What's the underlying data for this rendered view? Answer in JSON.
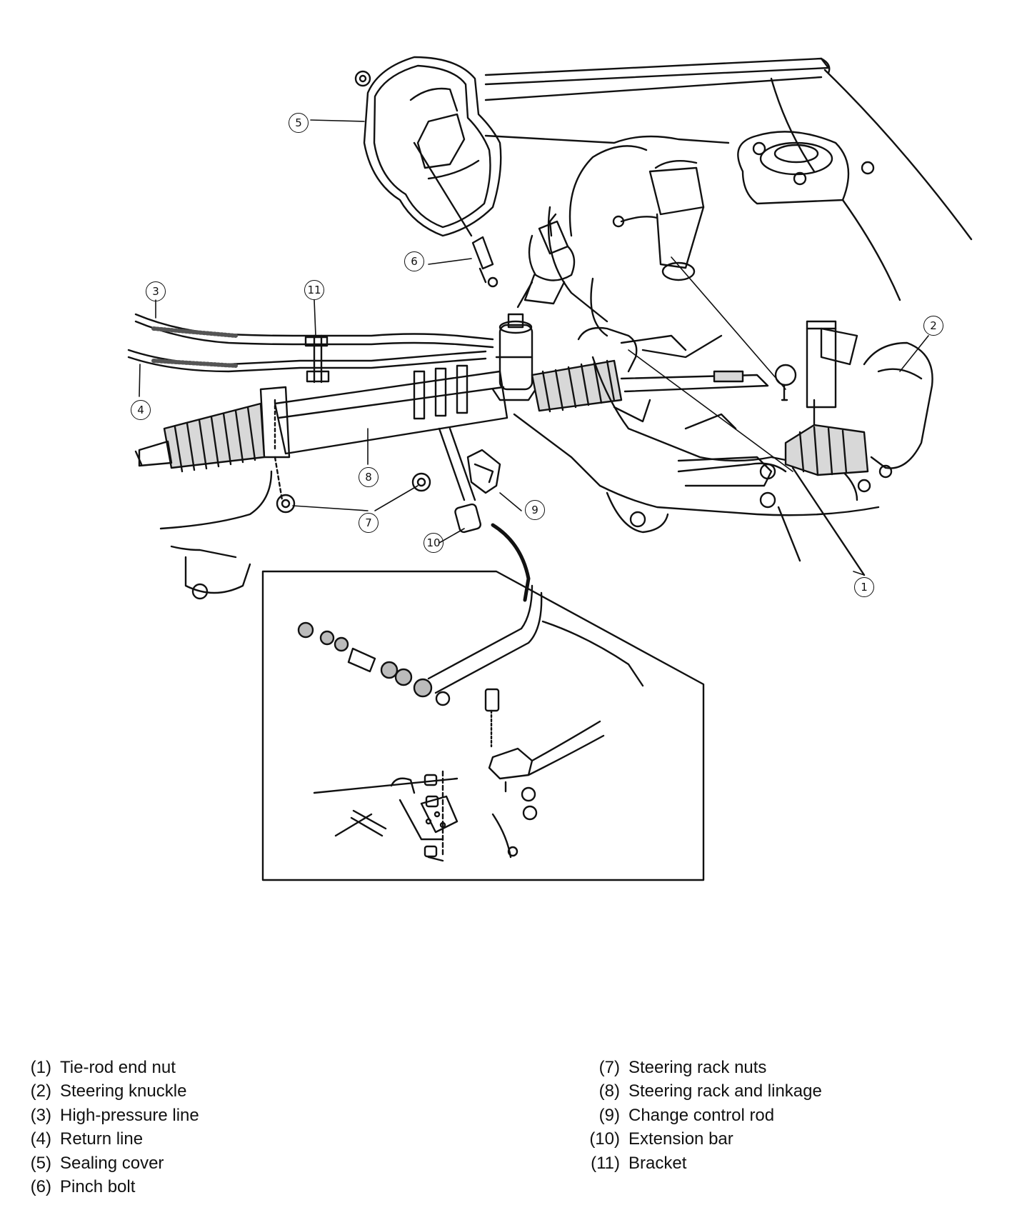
{
  "diagram": {
    "callouts": [
      {
        "id": "c1",
        "label": "1"
      },
      {
        "id": "c2",
        "label": "2"
      },
      {
        "id": "c3",
        "label": "3"
      },
      {
        "id": "c4",
        "label": "4"
      },
      {
        "id": "c5",
        "label": "5"
      },
      {
        "id": "c6",
        "label": "6"
      },
      {
        "id": "c7",
        "label": "7"
      },
      {
        "id": "c8",
        "label": "8"
      },
      {
        "id": "c9",
        "label": "9"
      },
      {
        "id": "c10",
        "label": "10"
      },
      {
        "id": "c11",
        "label": "11"
      }
    ],
    "colors": {
      "ink": "#111111",
      "paper": "#ffffff"
    }
  },
  "legend": {
    "left": [
      {
        "num": "(1)",
        "label": "Tie-rod end nut"
      },
      {
        "num": "(2)",
        "label": "Steering knuckle"
      },
      {
        "num": "(3)",
        "label": "High-pressure line"
      },
      {
        "num": "(4)",
        "label": "Return line"
      },
      {
        "num": "(5)",
        "label": "Sealing cover"
      },
      {
        "num": "(6)",
        "label": "Pinch bolt"
      }
    ],
    "right": [
      {
        "num": "(7)",
        "label": "Steering rack nuts"
      },
      {
        "num": "(8)",
        "label": "Steering rack and linkage"
      },
      {
        "num": "(9)",
        "label": "Change control rod"
      },
      {
        "num": "(10)",
        "label": "Extension bar"
      },
      {
        "num": "(11)",
        "label": "Bracket"
      }
    ]
  }
}
